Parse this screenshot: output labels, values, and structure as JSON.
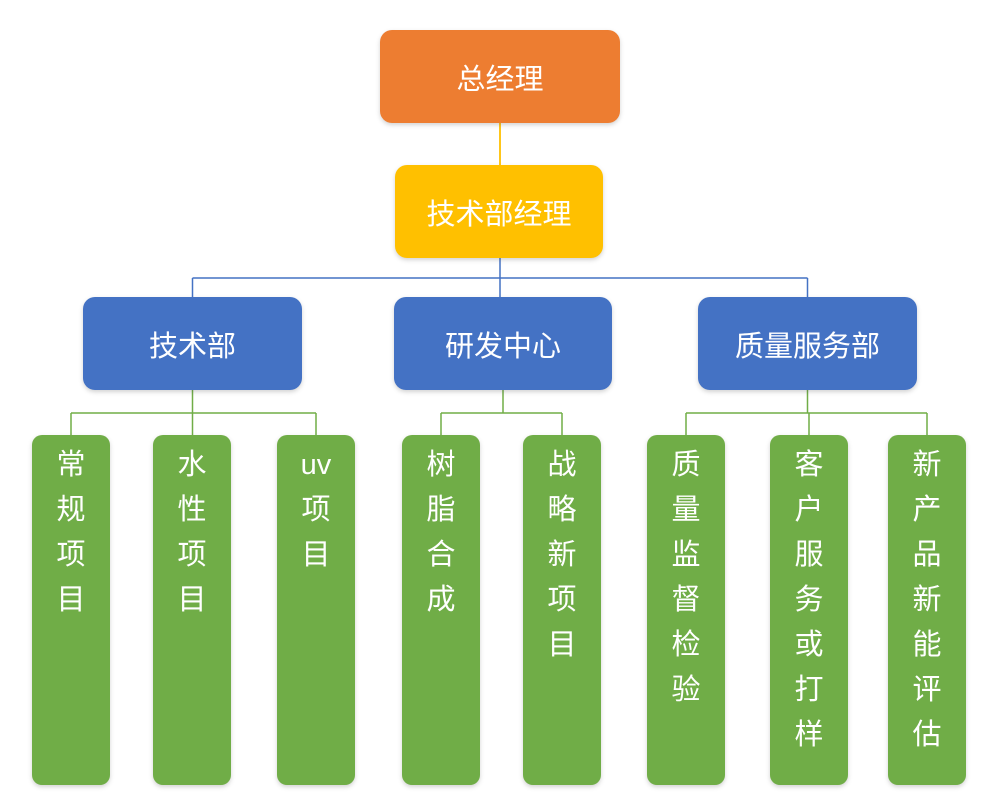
{
  "diagram": {
    "type": "org-chart",
    "level1": {
      "label": "总经理"
    },
    "level2": {
      "label": "技术部经理"
    },
    "level3": [
      {
        "label": "技术部"
      },
      {
        "label": "研发中心"
      },
      {
        "label": "质量服务部"
      }
    ],
    "level4": [
      {
        "label": "常规项目",
        "display": "常\n规\n项\n目",
        "parent": "技术部"
      },
      {
        "label": "水性项目",
        "display": "水\n性\n项\n目",
        "parent": "技术部"
      },
      {
        "label": "uv项目",
        "display": "uv\n项\n目",
        "parent": "技术部"
      },
      {
        "label": "树脂合成",
        "display": "树\n脂\n合\n成",
        "parent": "研发中心"
      },
      {
        "label": "战略新项目",
        "display": "战\n略\n新\n项\n目",
        "parent": "研发中心"
      },
      {
        "label": "质量监督检验",
        "display": "质\n量\n监\n督\n检\n验",
        "parent": "质量服务部"
      },
      {
        "label": "客户服务或打样",
        "display": "客\n户\n服\n务\n或\n打\n样",
        "parent": "质量服务部"
      },
      {
        "label": "新产品新能评估",
        "display": "新\n产\n品\n新\n能\n评\n估",
        "parent": "质量服务部"
      }
    ]
  },
  "colors": {
    "node_level1": "#ED7D31",
    "node_level2": "#FFC000",
    "node_level3": "#4472C4",
    "node_level4": "#70AD47",
    "connector_gold": "#FFC000",
    "connector_blue": "#4472C4",
    "connector_green": "#70AD47",
    "node_text": "#FFFFFF",
    "canvas_background": "#FFFFFF"
  }
}
